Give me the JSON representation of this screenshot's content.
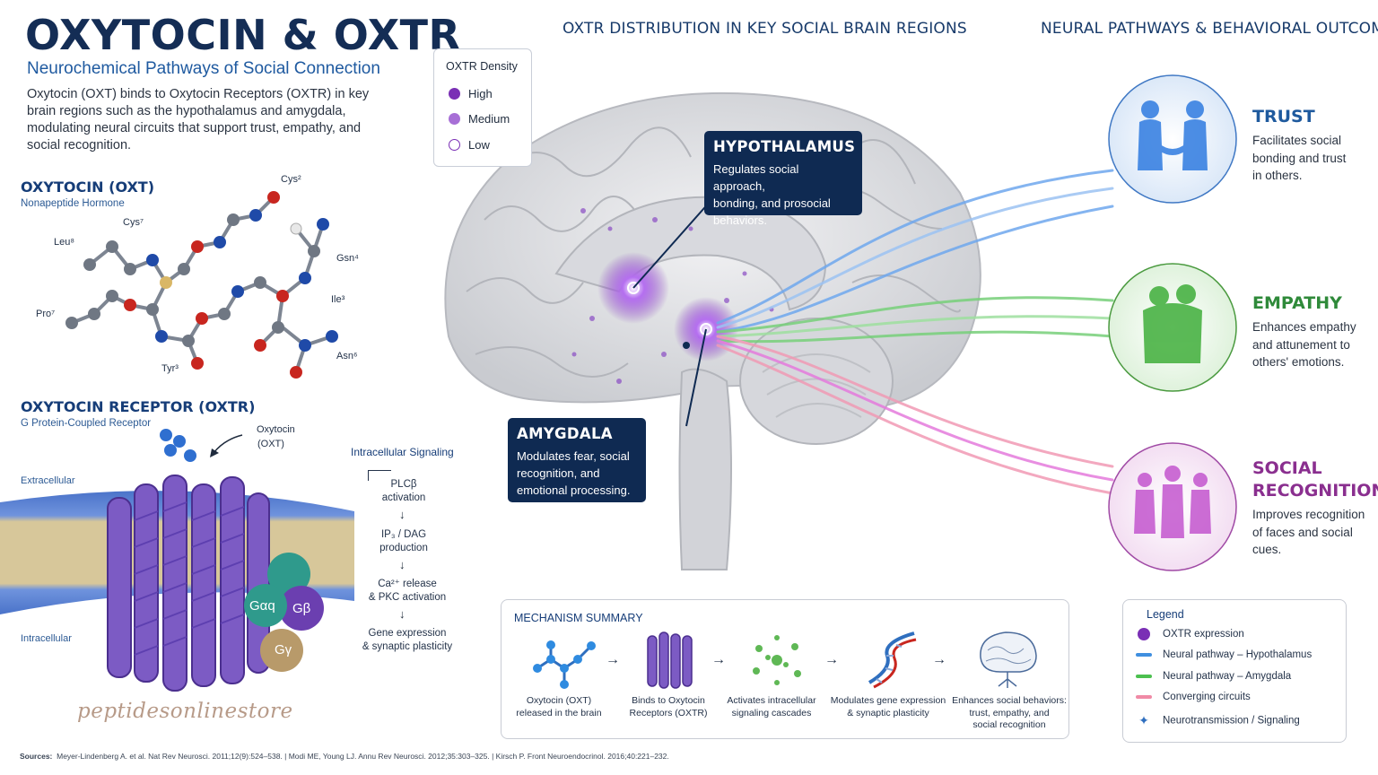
{
  "header": {
    "title": "OXYTOCIN & OXTR",
    "subtitle": "Neurochemical Pathways of Social Connection",
    "intro": "Oxytocin (OXT) binds to Oxytocin Receptors (OXTR) in key brain regions such as the hypothalamus and amygdala, modulating neural circuits that support trust, empathy, and social recognition."
  },
  "oxytocin": {
    "heading": "OXYTOCIN (OXT)",
    "subheading": "Nonapeptide Hormone",
    "residues": {
      "cys2": "Cys²",
      "cys7": "Cys⁷",
      "leu8": "Leu⁸",
      "gln4": "Gsn⁴",
      "pro7": "Pro⁷",
      "ile3": "Ile³",
      "tyr3": "Tyr³",
      "asn6": "Asn⁶"
    }
  },
  "receptor": {
    "heading": "OXYTOCIN RECEPTOR (OXTR)",
    "subheading": "G Protein-Coupled Receptor",
    "ligand_label_1": "Oxytocin",
    "ligand_label_2": "(OXT)",
    "extracellular": "Extracellular",
    "intracellular": "Intracellular",
    "galpha": "Gαq",
    "gbeta": "Gβ",
    "ggamma": "Gγ"
  },
  "signaling": {
    "heading": "Intracellular Signaling",
    "steps": [
      {
        "l1": "PLCβ",
        "l2": "activation"
      },
      {
        "l1": "IP₃ / DAG",
        "l2": "production"
      },
      {
        "l1": "Ca²⁺ release",
        "l2": "& PKC activation"
      },
      {
        "l1": "Gene expression",
        "l2": "& synaptic plasticity"
      }
    ]
  },
  "brain": {
    "heading": "OXTR DISTRIBUTION IN KEY SOCIAL BRAIN REGIONS",
    "density": {
      "heading": "OXTR Density",
      "levels": [
        {
          "label": "High",
          "color": "#7a2fb5"
        },
        {
          "label": "Medium",
          "color": "#a76fd6"
        },
        {
          "label": "Low",
          "color": "#ffffff"
        }
      ]
    },
    "hypothalamus": {
      "title": "HYPOTHALAMUS",
      "l1": "Regulates social approach,",
      "l2": "bonding, and prosocial",
      "l3": "behaviors."
    },
    "amygdala": {
      "title": "AMYGDALA",
      "l1": "Modulates fear, social",
      "l2": "recognition, and",
      "l3": "emotional processing."
    }
  },
  "outcomes": {
    "heading": "NEURAL PATHWAYS & BEHAVIORAL OUTCOMES",
    "items": [
      {
        "title": "TRUST",
        "title2": "",
        "l1": "Facilitates social",
        "l2": "bonding and trust",
        "l3": "in others.",
        "color": "#1f5a9e"
      },
      {
        "title": "EMPATHY",
        "title2": "",
        "l1": "Enhances empathy",
        "l2": "and attunement to",
        "l3": "others' emotions.",
        "color": "#2f8a3a"
      },
      {
        "title": "SOCIAL",
        "title2": "RECOGNITION",
        "l1": "Improves recognition",
        "l2": "of faces and social",
        "l3": "cues.",
        "color": "#8a2f8f"
      }
    ]
  },
  "mechanism": {
    "heading": "MECHANISM SUMMARY",
    "steps": [
      {
        "l1": "Oxytocin (OXT)",
        "l2": "released in the brain",
        "l3": ""
      },
      {
        "l1": "Binds to Oxytocin",
        "l2": "Receptors (OXTR)",
        "l3": ""
      },
      {
        "l1": "Activates intracellular",
        "l2": "signaling cascades",
        "l3": ""
      },
      {
        "l1": "Modulates gene expression",
        "l2": "& synaptic plasticity",
        "l3": ""
      },
      {
        "l1": "Enhances social behaviors:",
        "l2": "trust, empathy, and",
        "l3": "social recognition"
      }
    ]
  },
  "legend": {
    "heading": "Legend",
    "items": [
      {
        "label": "OXTR expression",
        "color": "#7a2fb5"
      },
      {
        "label": "Neural pathway – Hypothalamus",
        "color": "#3f8fe0"
      },
      {
        "label": "Neural pathway – Amygdala",
        "color": "#4cc04f"
      },
      {
        "label": "Converging circuits",
        "color": "#f08aa6"
      },
      {
        "label": "Neurotransmission / Signaling",
        "color": "#2f6fbf"
      }
    ]
  },
  "footer": {
    "sources_label": "Sources:",
    "sources": "Meyer-Lindenberg A. et al. Nat Rev Neurosci. 2011;12(9):524–538.   |   Modi ME, Young LJ. Annu Rev Neurosci. 2012;35:303–325.   |   Kirsch P. Front Neuroendocrinol. 2016;40:221–232.",
    "watermark": "peptidesonlinestore"
  }
}
